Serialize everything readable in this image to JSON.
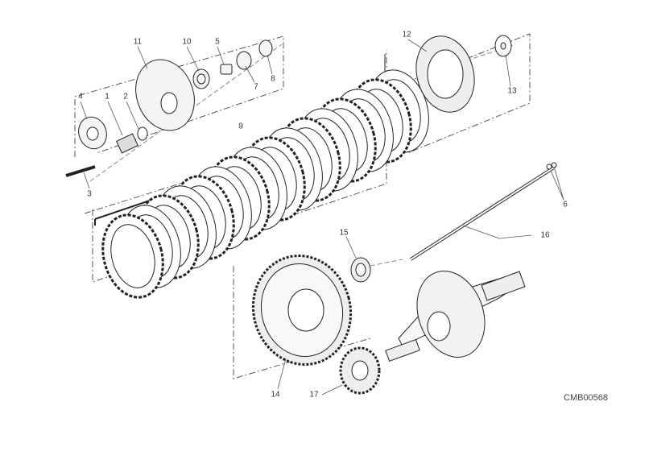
{
  "diagram": {
    "drawing_code": "CMB00568",
    "callouts": [
      "1",
      "2",
      "3",
      "4",
      "5",
      "6",
      "7",
      "8",
      "9",
      "10",
      "11",
      "12",
      "13",
      "14",
      "15",
      "16",
      "17"
    ]
  }
}
